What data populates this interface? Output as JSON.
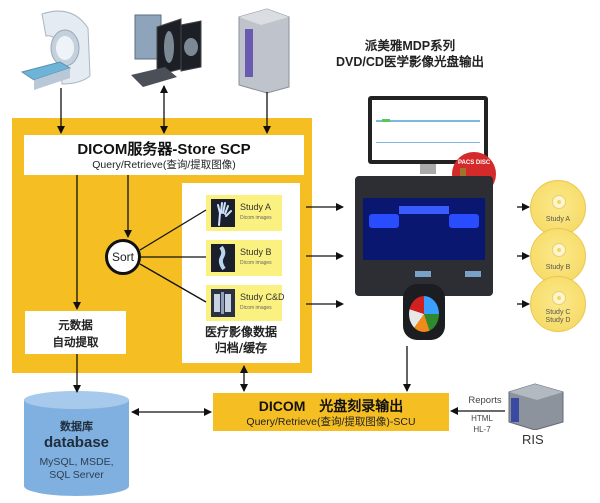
{
  "header": {
    "product_line1": "派美雅MDP系列",
    "product_line2": "DVD/CD医学影像光盘输出"
  },
  "devices": {
    "top": [
      {
        "name": "ct-scanner",
        "icon": "ct-scanner-icon"
      },
      {
        "name": "workstation",
        "icon": "workstation-icon"
      },
      {
        "name": "server",
        "icon": "server-icon"
      }
    ]
  },
  "scp": {
    "title": "DICOM服务器-Store SCP",
    "subtitle": "Query/Retrieve(查询/提取图像)"
  },
  "sort": {
    "label": "Sort"
  },
  "studies": [
    {
      "name": "Study A",
      "sub": "Dicom images"
    },
    {
      "name": "Study B",
      "sub": "Dicom images"
    },
    {
      "name": "Study C&D",
      "sub": "Dicom images"
    }
  ],
  "archive": {
    "line1": "医疗影像数据",
    "line2": "归档/缓存"
  },
  "metadata": {
    "line1": "元数据",
    "line2": "自动提取"
  },
  "database": {
    "cn": "数据库",
    "title": "database",
    "line1": "MySQL, MSDE,",
    "line2": "SQL Server"
  },
  "scu": {
    "title_en": "DICOM",
    "title_cn": "光盘刻录输出",
    "subtitle": "Query/Retrieve(查询/提取图像)-SCU"
  },
  "ris": {
    "label": "RIS",
    "reports": "Reports",
    "format1": "HTML",
    "format2": "HL-7"
  },
  "discs": [
    {
      "label1": "Study A",
      "label2": ""
    },
    {
      "label1": "Study B",
      "label2": ""
    },
    {
      "label1": "Study C",
      "label2": "Study D"
    }
  ],
  "pacs_disc": {
    "label": "PACS DISC"
  },
  "colors": {
    "yellow": "#f5bf24",
    "study_card": "#fbf181",
    "database_blue": "#7fb0df",
    "disc_yellow": "#f7dc6a",
    "printer_blue": "#2a4cff"
  }
}
